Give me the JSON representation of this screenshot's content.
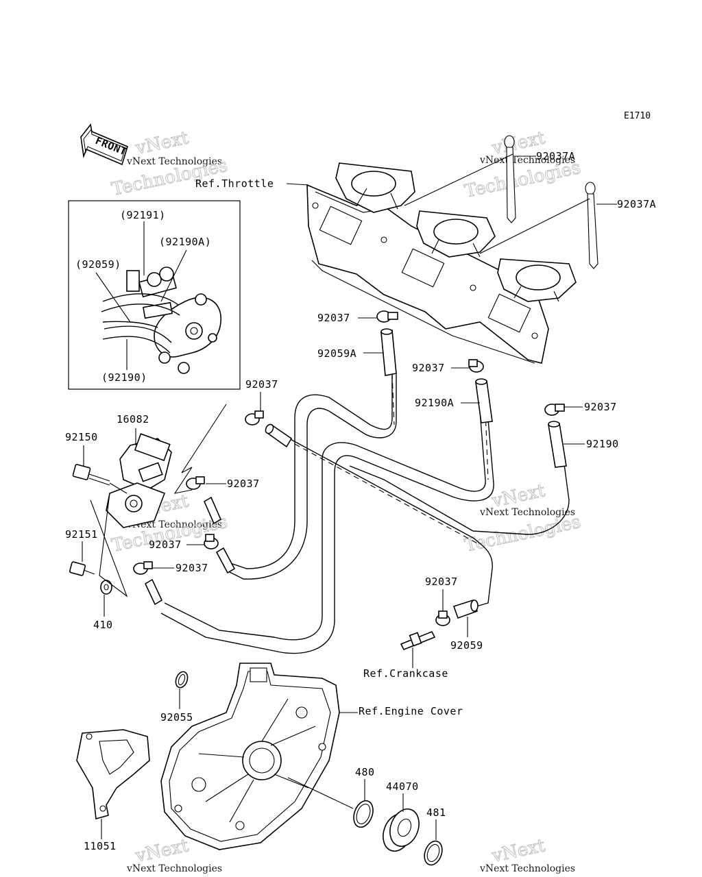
{
  "diagram_code": "E1710",
  "front_arrow": "FRONT",
  "watermark": {
    "line1": "vNext Technologies",
    "line2": "vNext",
    "line3": "Technologies"
  },
  "refs": {
    "throttle": "Ref.Throttle",
    "crankcase": "Ref.Crankcase",
    "engine_cover": "Ref.Engine Cover"
  },
  "inset_labels": {
    "p92191": "(92191)",
    "p92190A": "(92190A)",
    "p92059": "(92059)",
    "p92190": "(92190)"
  },
  "parts": {
    "p92037A_1": "92037A",
    "p92037A_2": "92037A",
    "p92037_a": "92037",
    "p92059A": "92059A",
    "p92037_b": "92037",
    "p92190A": "92190A",
    "p92037_c": "92037",
    "p92190": "92190",
    "p92037_d": "92037",
    "p16082": "16082",
    "p92150": "92150",
    "p92037_e": "92037",
    "p92151": "92151",
    "p92037_f": "92037",
    "p92037_g": "92037",
    "p410": "410",
    "p92037_h": "92037",
    "p92059": "92059",
    "p92055": "92055",
    "p480": "480",
    "p44070": "44070",
    "p481": "481",
    "p11051": "11051"
  }
}
